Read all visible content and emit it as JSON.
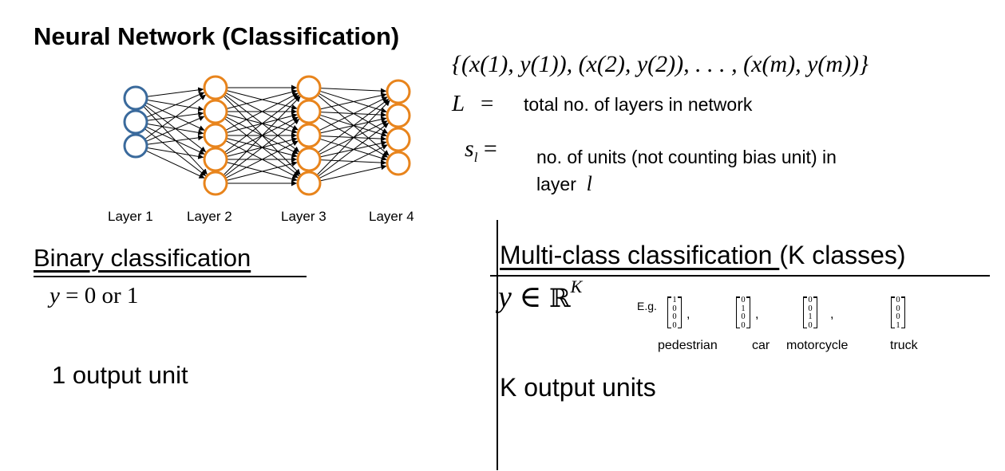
{
  "title": "Neural Network (Classification)",
  "network": {
    "layer_sizes": [
      3,
      5,
      5,
      4
    ],
    "layer_labels": [
      "Layer 1",
      "Layer 2",
      "Layer 3",
      "Layer 4"
    ],
    "colors": {
      "input_node": "#3a6a9c",
      "hidden_node": "#e8841c",
      "edge": "#000000"
    }
  },
  "training_set": "{(x(1), y(1)), (x(2), y(2)), . . . , (x(m), y(m))}",
  "definitions": {
    "L": {
      "symbol": "L",
      "eq": "=",
      "text": "total no. of layers in network"
    },
    "sl": {
      "symbol": "s",
      "subscript": "l",
      "eq": "=",
      "text_line1": "no. of units (not counting bias unit) in",
      "text_line2": "layer",
      "var": "l"
    }
  },
  "binary": {
    "heading": "Binary classification",
    "formula_y": "y",
    "formula_rest": "= 0 or 1",
    "output": "1 output unit"
  },
  "multiclass": {
    "heading": "Multi-class classification ",
    "heading_suffix": "(K classes)",
    "formula_y": "y",
    "formula_in": "∈",
    "formula_R": "ℝ",
    "formula_K": "K",
    "eg": "E.g.",
    "vectors": [
      {
        "label": "pedestrian",
        "values": [
          "1",
          "0",
          "0",
          "0"
        ]
      },
      {
        "label": "car",
        "values": [
          "0",
          "1",
          "0",
          "0"
        ]
      },
      {
        "label": "motorcycle",
        "values": [
          "0",
          "0",
          "1",
          "0"
        ]
      },
      {
        "label": "truck",
        "values": [
          "0",
          "0",
          "0",
          "1"
        ]
      }
    ],
    "comma": ",",
    "output": "K output units"
  }
}
